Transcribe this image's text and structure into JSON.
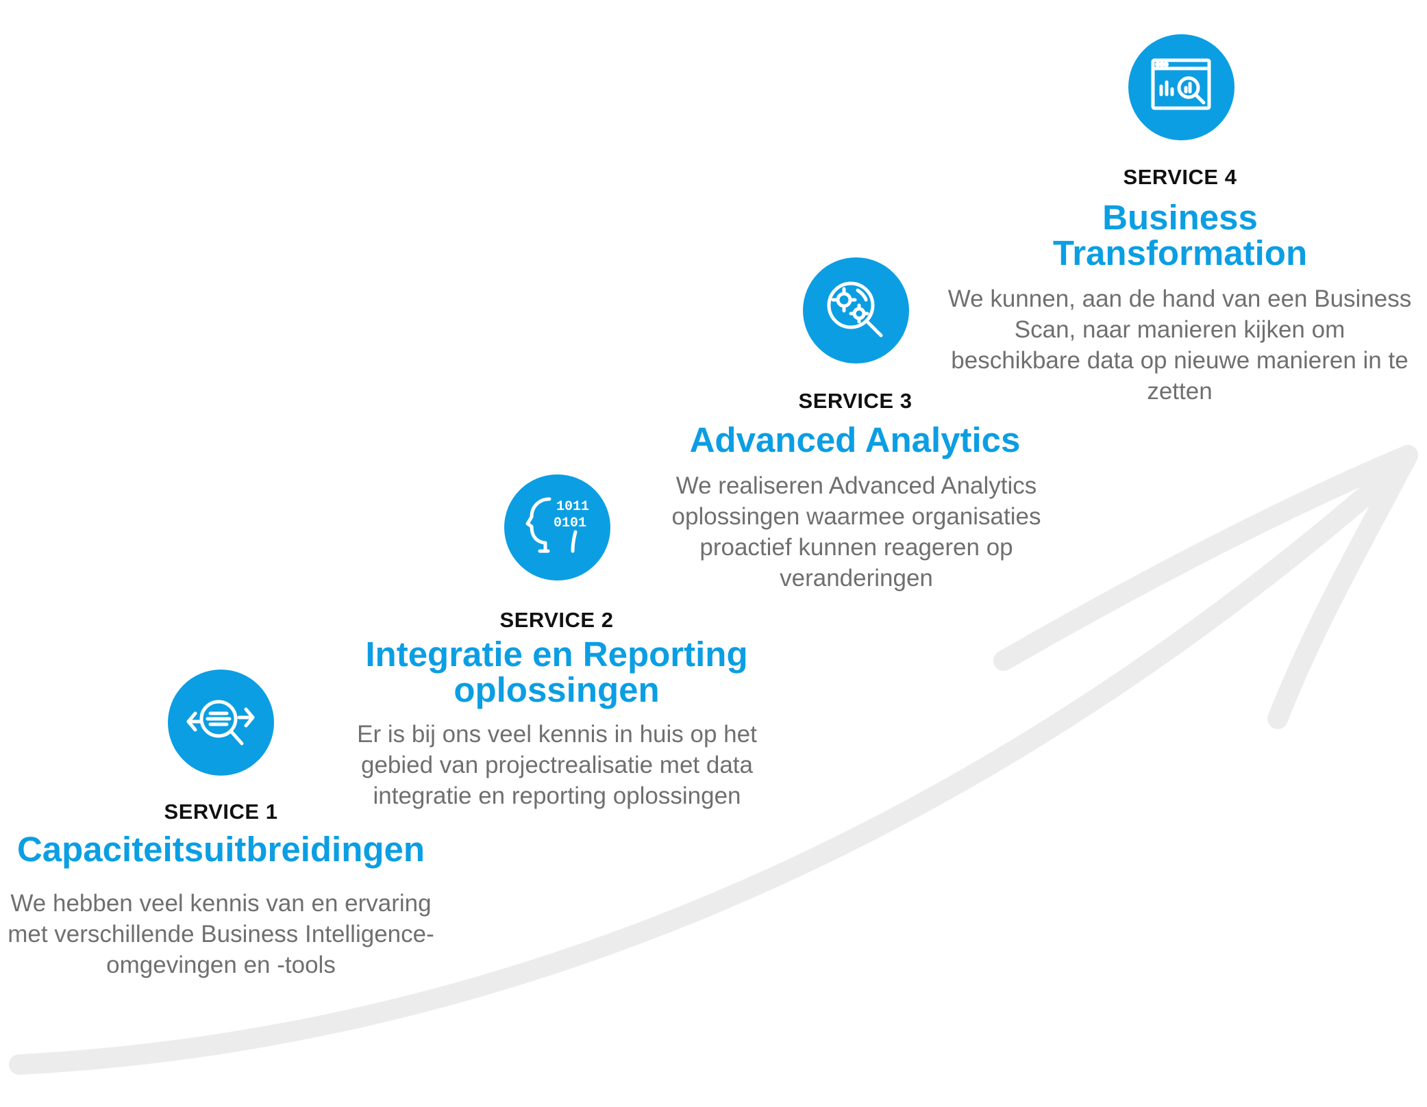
{
  "colors": {
    "accent": "#0b9ee3",
    "label": "#111111",
    "text": "#6f6f6f",
    "arrow": "#ececec"
  },
  "services": [
    {
      "label": "SERVICE 1",
      "title": "Capaciteitsuitbreidingen",
      "description": "We hebben veel kennis van en ervaring met verschillende Business Intelligence-omgevingen en -tools",
      "icon": "magnifier-arrows-icon"
    },
    {
      "label": "SERVICE 2",
      "title": "Integratie en Reporting oplossingen",
      "description": "Er is bij ons veel kennis in huis op het gebied van projectrealisatie met data integratie en reporting oplossingen",
      "icon": "head-binary-icon"
    },
    {
      "label": "SERVICE 3",
      "title": "Advanced Analytics",
      "description": "We realiseren Advanced Analytics oplossingen waarmee organisaties proactief kunnen reageren op veranderingen",
      "icon": "magnifier-gears-icon"
    },
    {
      "label": "SERVICE 4",
      "title": "Business Transformation",
      "description": "We kunnen, aan de hand van een Business Scan, naar manieren kijken om beschikbare data op nieuwe manieren in te zetten",
      "icon": "browser-chart-search-icon"
    }
  ]
}
